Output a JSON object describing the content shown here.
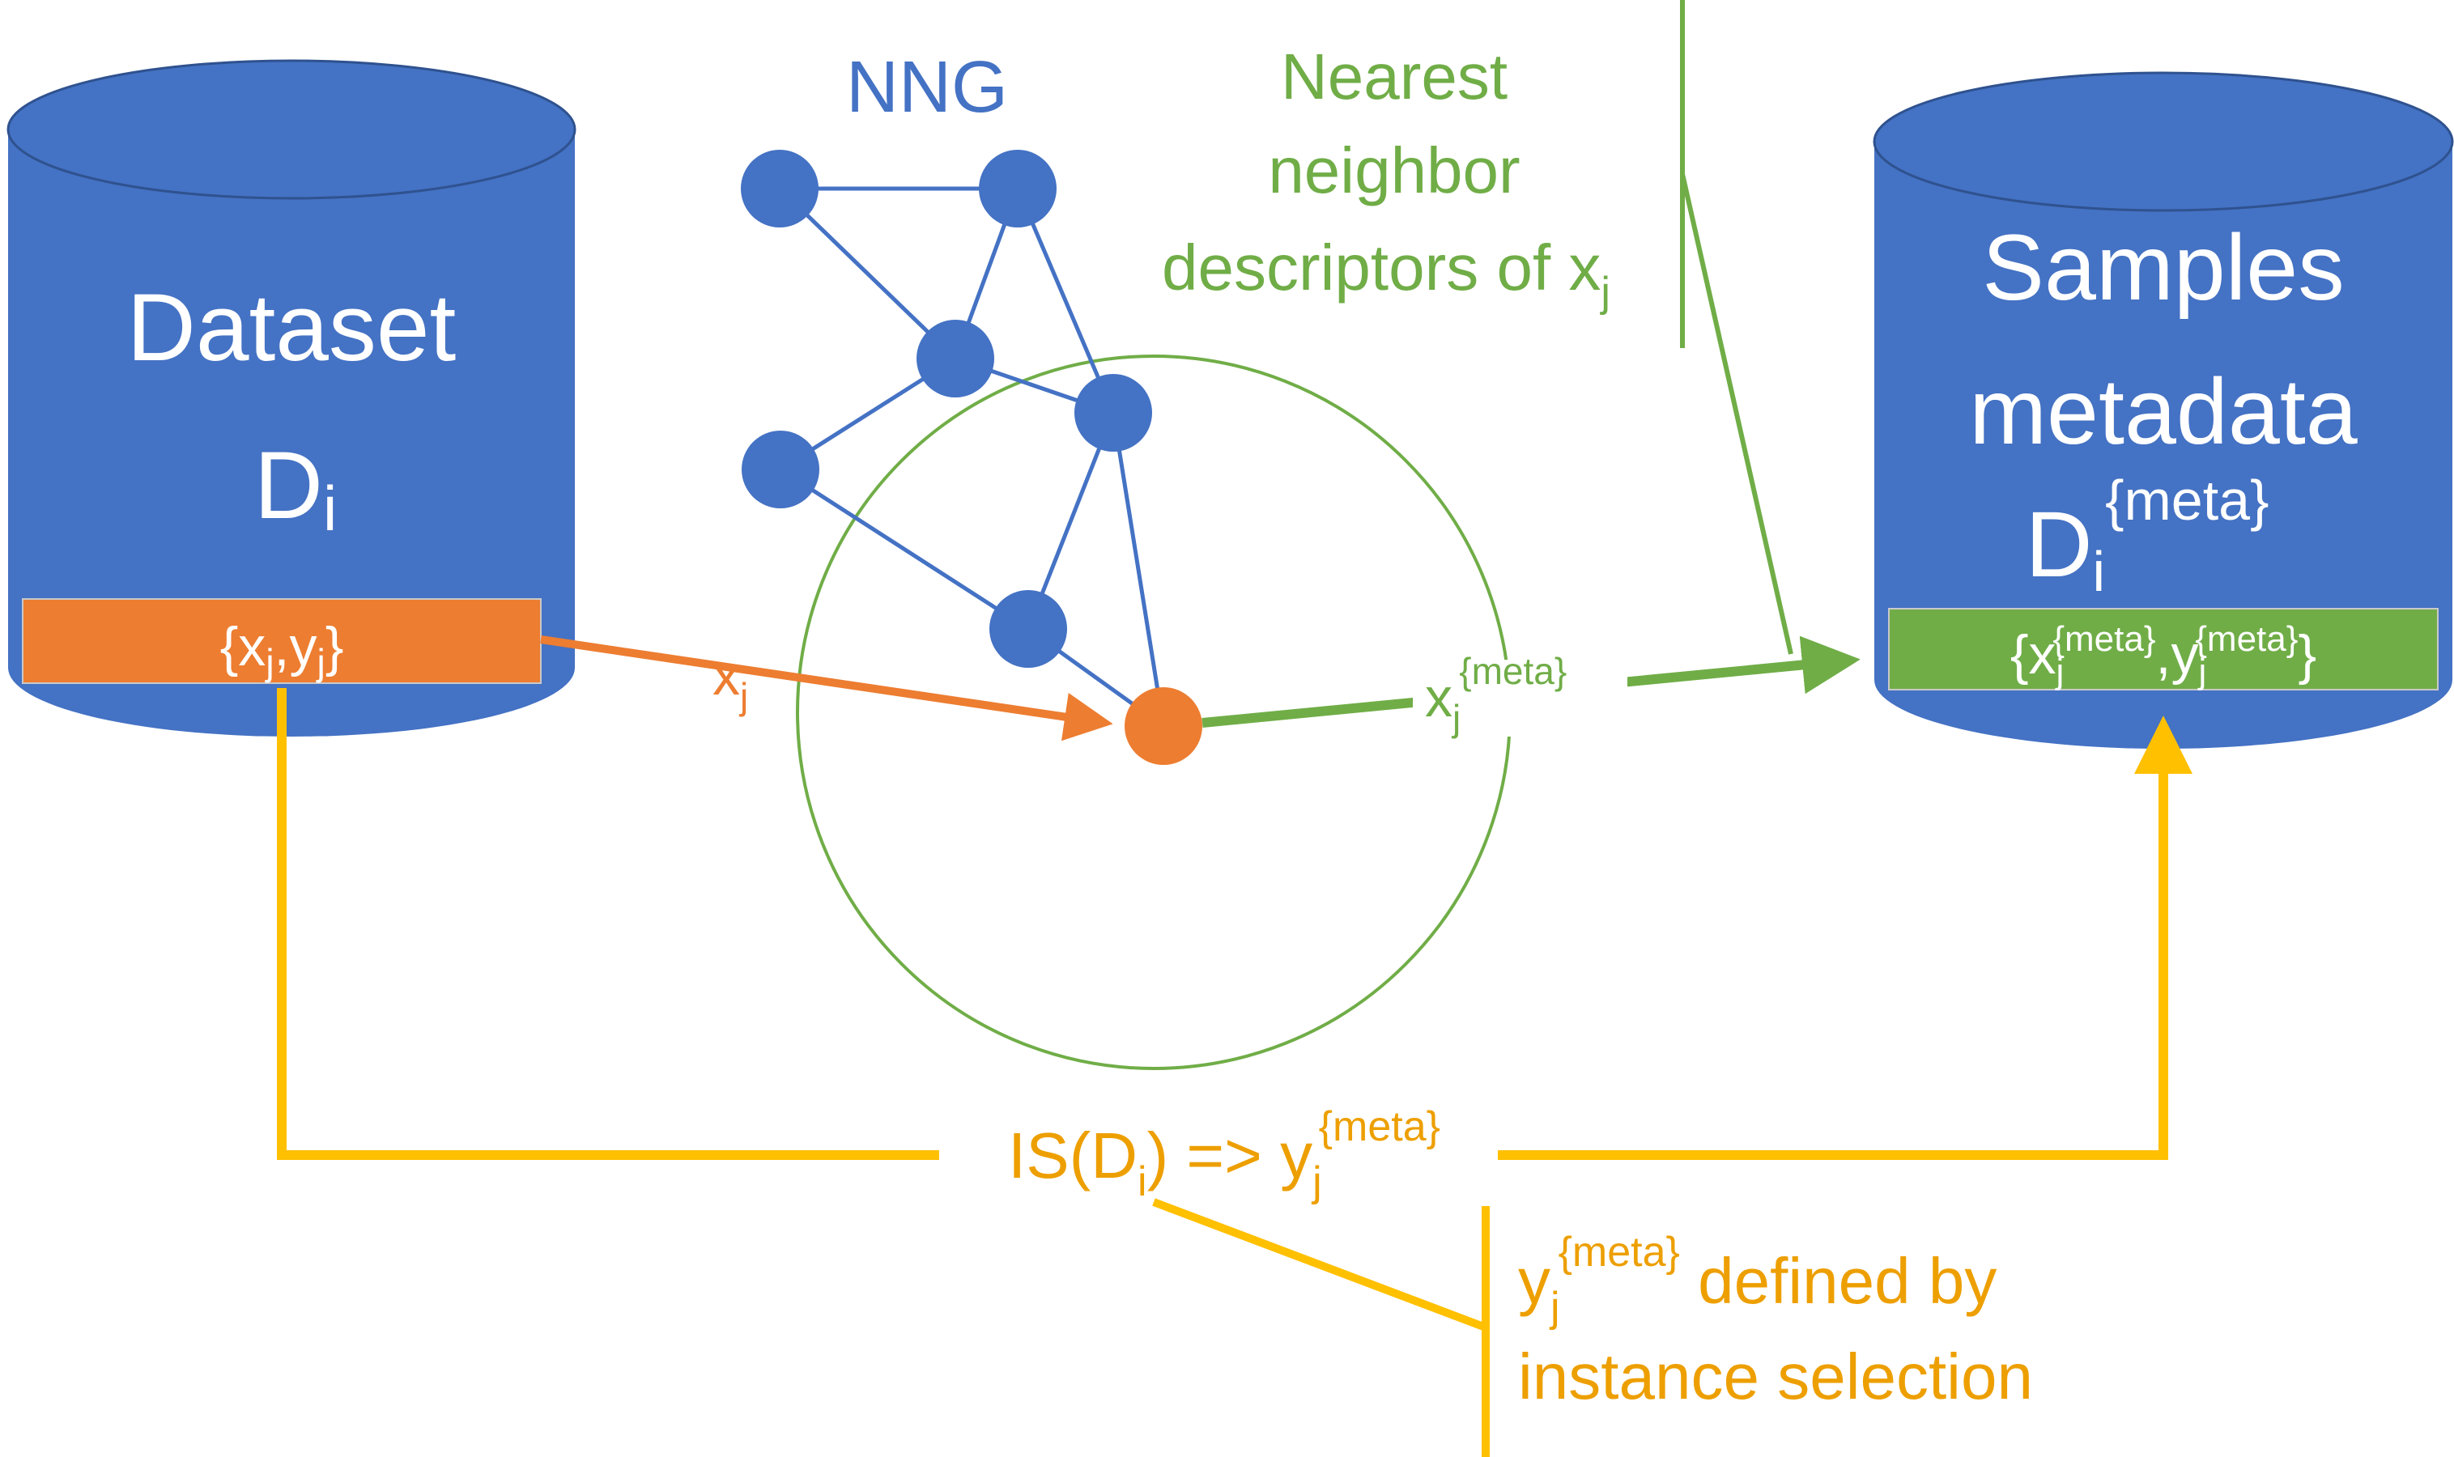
{
  "colors": {
    "blue": "#4472C4",
    "orange": "#ED7D31",
    "green": "#70AD47",
    "yellow": "#FFC000",
    "white": "#FFFFFF",
    "cylinder_outline": "#2F528F"
  },
  "left_db": {
    "title": "Dataset",
    "name_main": "D",
    "name_sub": "i",
    "row_open": "{x",
    "row_sub1": "j",
    "row_mid": ",y",
    "row_sub2": "j",
    "row_close": "}"
  },
  "nng": {
    "label": "NNG"
  },
  "arrow_xj": {
    "main": "x",
    "sub": "j"
  },
  "arrow_meta": {
    "main": "x",
    "sub": "j",
    "sup": "{meta}"
  },
  "descriptor_note": {
    "line1": "Nearest",
    "line2": "neighbor",
    "line3_main": "descriptors of x",
    "line3_sub": "j"
  },
  "right_db": {
    "line1": "Samples",
    "line2": "metadata",
    "name_main": "D",
    "name_sub": "i",
    "name_sup": "{meta}",
    "row_open": "{x",
    "row_sub1": "j",
    "row_sup1": "{meta}",
    "row_mid": ",y",
    "row_sub2": "j",
    "row_sup2": "{meta}",
    "row_close": "}"
  },
  "is_label": {
    "part1": "IS(D",
    "sub1": "i",
    "part2": ") => y",
    "sub2": "j",
    "sup2": "{meta}"
  },
  "callout": {
    "main": "y",
    "sub": "j",
    "sup": "{meta}",
    "line1_rest": " defined by",
    "line2": "instance selection"
  }
}
